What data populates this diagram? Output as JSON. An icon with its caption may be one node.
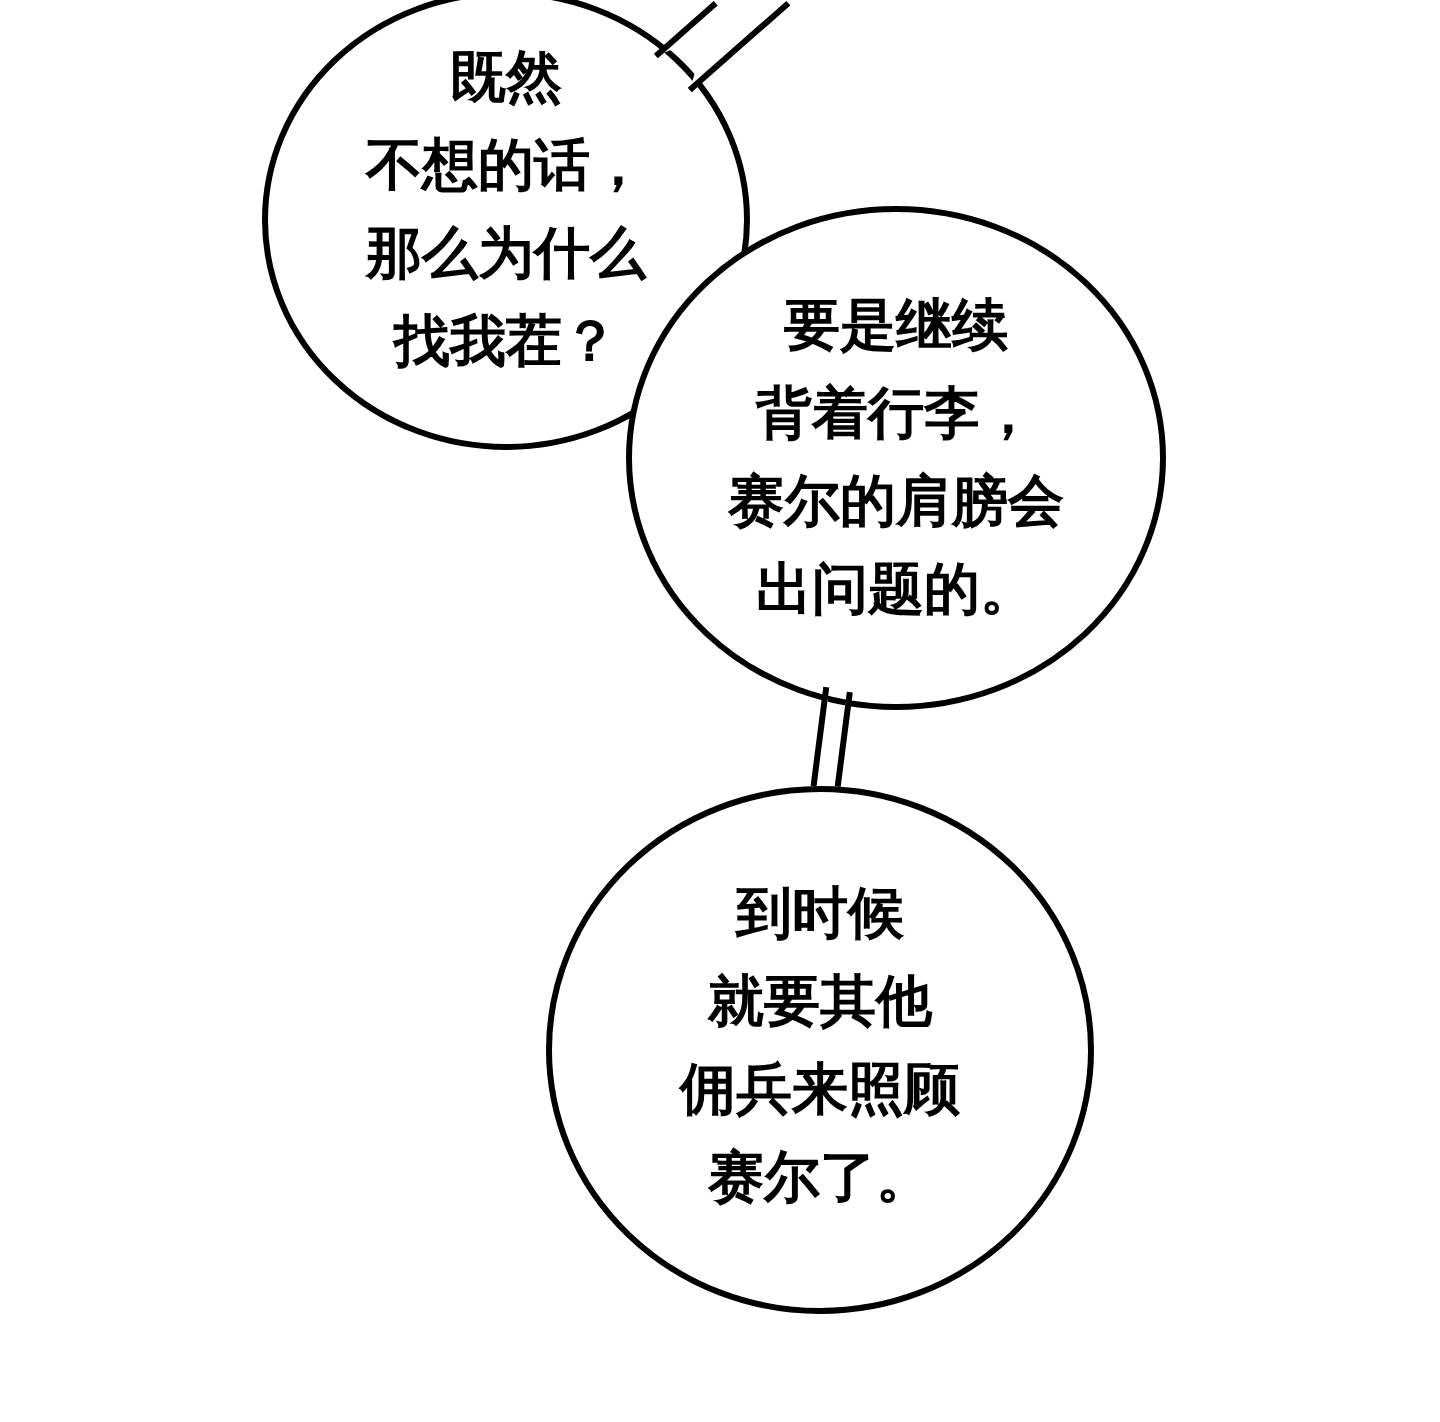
{
  "diagram": {
    "nodes": [
      {
        "text": [
          "既然不想的话，那么为什么找我茬？"
        ]
      },
      {
        "text": [
          "要是继续背着行李，赛尔的肩膀会出问题的。"
        ]
      },
      {
        "text": [
          "到时候就要其他佣兵来照顾赛尔了。"
        ]
      }
    ],
    "edges": [
      {
        "from": 0,
        "to": null,
        "arrow": "none"
      },
      {
        "from": 1,
        "to": 2,
        "arrow": "none"
      }
    ]
  }
}
